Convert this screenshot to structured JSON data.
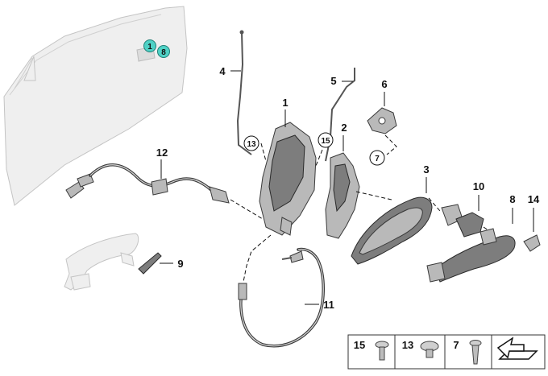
{
  "diagram": {
    "callouts": [
      {
        "id": "label-1",
        "text": "1"
      },
      {
        "id": "label-2",
        "text": "2"
      },
      {
        "id": "label-3",
        "text": "3"
      },
      {
        "id": "label-4",
        "text": "4"
      },
      {
        "id": "label-5",
        "text": "5"
      },
      {
        "id": "label-6",
        "text": "6"
      },
      {
        "id": "label-8",
        "text": "8"
      },
      {
        "id": "label-9",
        "text": "9"
      },
      {
        "id": "label-10",
        "text": "10"
      },
      {
        "id": "label-11",
        "text": "11"
      },
      {
        "id": "label-12",
        "text": "12"
      },
      {
        "id": "label-14",
        "text": "14"
      }
    ],
    "circled": [
      {
        "id": "circle-13",
        "text": "13"
      },
      {
        "id": "circle-15",
        "text": "15"
      },
      {
        "id": "circle-7",
        "text": "7"
      }
    ],
    "door_markers": [
      {
        "id": "marker-1",
        "text": "1"
      },
      {
        "id": "marker-8",
        "text": "8"
      }
    ],
    "legend": [
      {
        "id": "legend-15",
        "text": "15"
      },
      {
        "id": "legend-13",
        "text": "13"
      },
      {
        "id": "legend-7",
        "text": "7"
      }
    ],
    "colors": {
      "marker": "#4fd1c5",
      "part": "#b9b9b9",
      "dark": "#7d7d7d",
      "ghost": "#efefef"
    }
  }
}
